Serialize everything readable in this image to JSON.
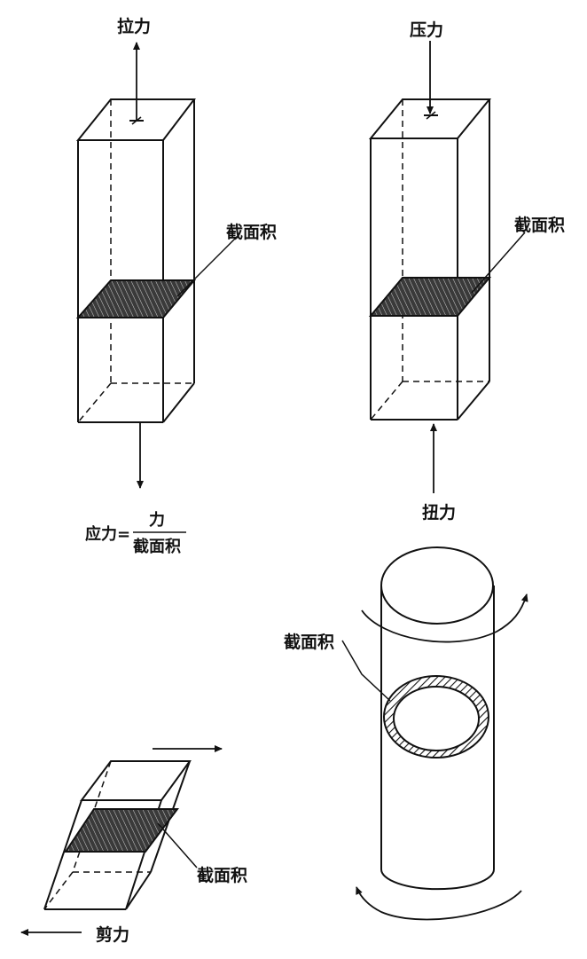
{
  "labels": {
    "tension": "拉力",
    "compression": "压力",
    "torsion": "扭力",
    "shear": "剪力",
    "section_tension": "截面积",
    "section_compression": "截面积",
    "section_torsion": "截面积",
    "section_shear": "截面积"
  },
  "formula": {
    "lhs": "应力=",
    "numerator": "力",
    "denominator": "截面积"
  },
  "colors": {
    "ink": "#111111",
    "hatch": "#2a2a2a",
    "background": "#ffffff"
  }
}
